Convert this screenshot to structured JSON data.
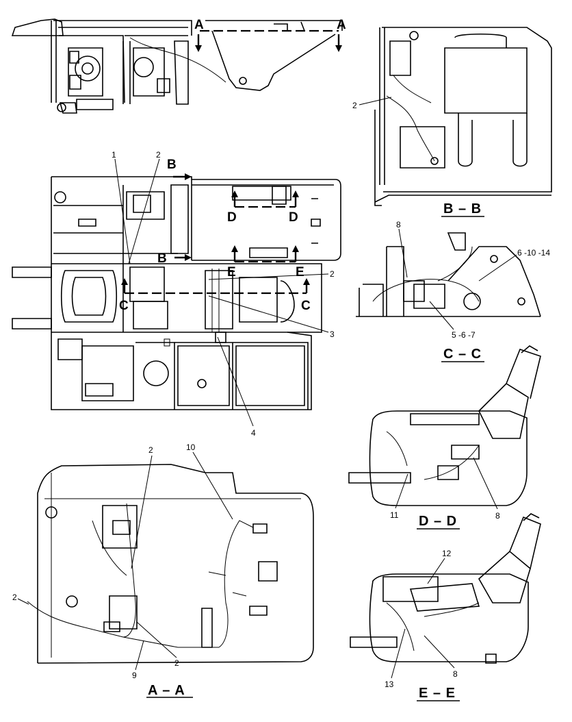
{
  "diagram": {
    "section_letters": {
      "a": "A",
      "b": "B",
      "c": "C",
      "d": "D",
      "e": "E"
    },
    "view_titles": {
      "aa": "A – A",
      "bb": "B – B",
      "cc": "C – C",
      "dd": "D – D",
      "ee": "E – E"
    },
    "callouts": {
      "n1": "1",
      "n2": "2",
      "n3": "3",
      "n4": "4",
      "n8": "8",
      "n9": "9",
      "n10": "10",
      "n11": "11",
      "n12": "12",
      "n13": "13",
      "n567": "5 -6 -7",
      "n61014": "6 -10 -14"
    }
  }
}
